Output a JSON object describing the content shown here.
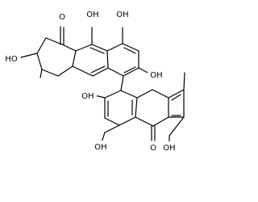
{
  "labels": {
    "o_ketone_top": "O",
    "oh_peri_top": "OH",
    "oh_top_right": "OH",
    "oh_right_upper": "OH",
    "oh_left": "HO",
    "oh_mid_left": "OH",
    "oh_peri_bottom_left": "OH",
    "o_ketone_bottom": "O",
    "oh_bottom_right": "OH"
  },
  "colors": {
    "bond": "#000000",
    "background": "#ffffff"
  }
}
